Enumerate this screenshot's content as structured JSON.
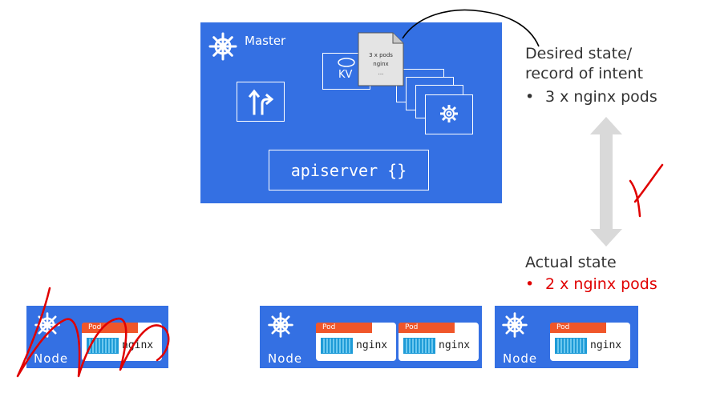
{
  "master": {
    "title": "Master",
    "kv_label": "KV",
    "apiserver_label": "apiserver {}",
    "doc_lines": [
      "3 x pods",
      "nginx",
      "..."
    ]
  },
  "desired": {
    "line1": "Desired state/",
    "line2": "record of intent",
    "bullet": "3 x nginx pods"
  },
  "actual": {
    "line1": "Actual state",
    "bullet": "2 x nginx pods"
  },
  "nodes": [
    {
      "label": "Node",
      "pods": [
        {
          "tag": "Pod",
          "name": "nginx"
        }
      ],
      "crossed_out": true
    },
    {
      "label": "Node",
      "pods": [
        {
          "tag": "Pod",
          "name": "nginx"
        },
        {
          "tag": "Pod",
          "name": "nginx"
        }
      ]
    },
    {
      "label": "Node",
      "pods": [
        {
          "tag": "Pod",
          "name": "nginx"
        }
      ]
    }
  ],
  "colors": {
    "node_blue": "#3470e3",
    "pod_orange": "#f0562a",
    "container_blue": "#1e9bd7",
    "annotation_red": "#e00000",
    "arrow_grey": "#d9d9d9"
  },
  "icons": [
    "kubernetes-wheel-icon",
    "database-icon",
    "route-arrows-icon",
    "gear-icon",
    "document-icon"
  ]
}
